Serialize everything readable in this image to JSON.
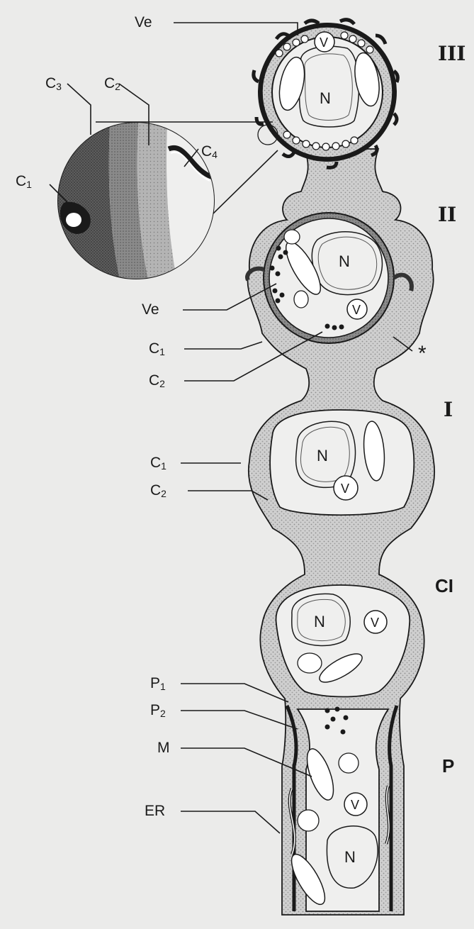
{
  "stages": [
    "III",
    "II",
    "I",
    "CI",
    "P"
  ],
  "labels": {
    "ve": "Ve",
    "c": "C",
    "p": "P",
    "m": "M",
    "er": "ER",
    "n": "N",
    "v": "V",
    "asterisk": "*",
    "sub1": "1",
    "sub2": "2",
    "sub3": "3",
    "sub4": "4"
  },
  "colors": {
    "background": "#ebebea",
    "wall_stipple": "#c9c9c9",
    "cytoplasm": "#efefee",
    "ink": "#1a1a1a"
  }
}
